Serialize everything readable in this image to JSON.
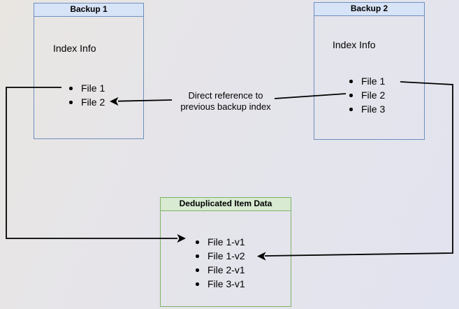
{
  "backup1": {
    "title": "Backup 1",
    "subtitle": "Index Info",
    "items": [
      "File 1",
      "File 2"
    ]
  },
  "backup2": {
    "title": "Backup 2",
    "subtitle": "Index Info",
    "items": [
      "File 1",
      "File 2",
      "File 3"
    ]
  },
  "dedup": {
    "title": "Deduplicated Item Data",
    "items": [
      "File 1-v1",
      "File 1-v2",
      "File 2-v1",
      "File 3-v1"
    ]
  },
  "edge_label": {
    "line1": "Direct reference to",
    "line2": "previous backup index"
  },
  "colors": {
    "blue_node_border": "#6e8fbf",
    "blue_header_fill": "#d7e3f7",
    "green_node_border": "#7fb264",
    "green_header_fill": "#d8ead2",
    "edge_stroke": "#000000",
    "background_left": "#e9e6e2",
    "background_right": "#e2e3f0"
  }
}
